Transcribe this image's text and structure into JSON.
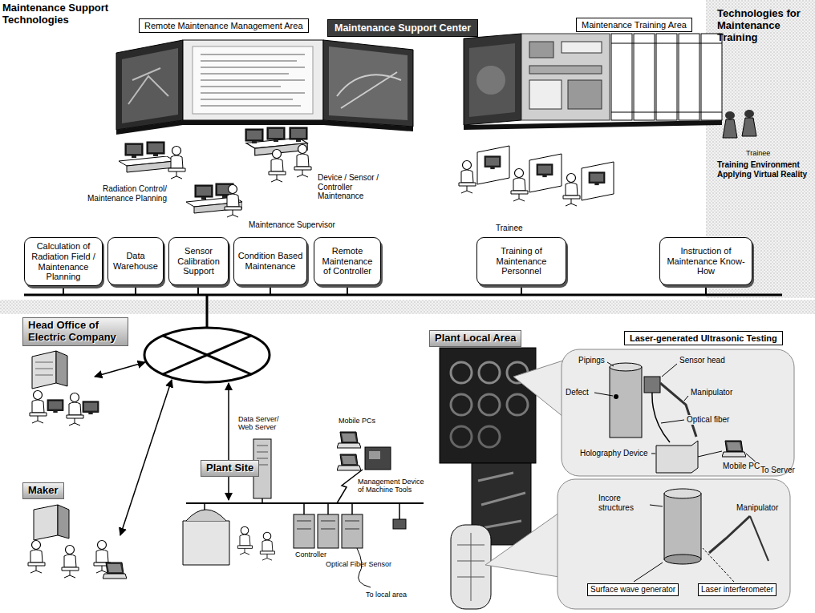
{
  "diagram": {
    "nodes": [
      {
        "text": [
          "Remote Maintenance Management Area"
        ]
      },
      {
        "text": [
          "Maintenance Support Center"
        ]
      },
      {
        "text": [
          "Maintenance Training Area"
        ]
      },
      {
        "text": [
          "Calculation of Radiation Field / Maintenance Planning"
        ]
      },
      {
        "text": [
          "Data Warehouse"
        ]
      },
      {
        "text": [
          "Sensor Calibration Support"
        ]
      },
      {
        "text": [
          "Condition Based Maintenance"
        ]
      },
      {
        "text": [
          "Remote Maintenance of Controller"
        ]
      },
      {
        "text": [
          "Training of Maintenance Personnel"
        ]
      },
      {
        "text": [
          "Instruction of Maintenance Know-How"
        ]
      },
      {
        "text": [
          "Head Office of Electric Company"
        ]
      },
      {
        "text": [
          "Plant Local Area"
        ]
      },
      {
        "text": [
          "Laser-generated Ultrasonic Testing"
        ]
      },
      {
        "text": [
          "Plant Site"
        ]
      },
      {
        "text": [
          "Maker"
        ]
      },
      {
        "text": [
          "Pipings",
          "Defect",
          "Sensor head",
          "Manipulator",
          "Optical fiber",
          "Holography Device",
          "Mobile PC"
        ]
      },
      {
        "text": [
          "Incore structures",
          "Manipulator",
          "Surface wave generator",
          "Laser interferometer"
        ]
      }
    ],
    "labels": [
      "Maintenance Support Technologies",
      "Technologies for Maintenance Training",
      "Radiation Control/ Maintenance Planning",
      "Device / Sensor / Controller Maintenance",
      "Maintenance Supervisor",
      "Trainee",
      "Trainee",
      "Training Environment Applying Virtual Reality",
      "Data Server/ Web Server",
      "Mobile PCs",
      "Management Device of Machine Tools",
      "Controller",
      "Optical Fiber Sensor",
      "To local area",
      "To Server"
    ]
  }
}
